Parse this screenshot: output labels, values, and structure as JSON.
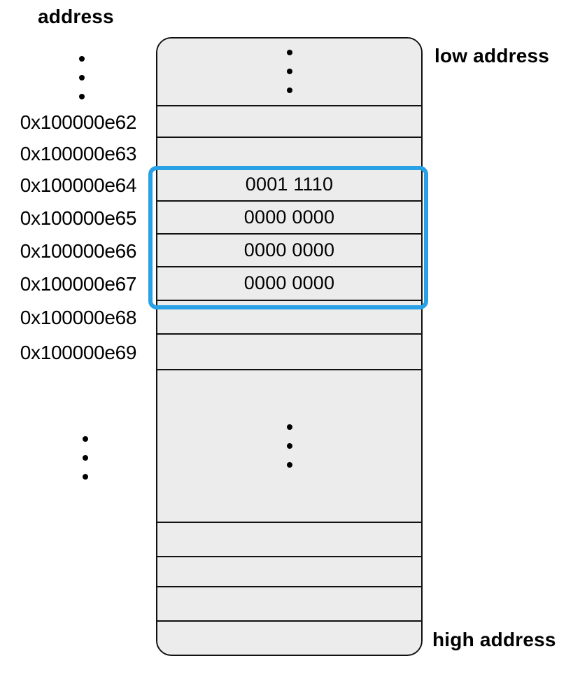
{
  "title": "address",
  "side_labels": {
    "low": "low address",
    "high": "high address"
  },
  "addresses": [
    "0x100000e62",
    "0x100000e63",
    "0x100000e64",
    "0x100000e65",
    "0x100000e66",
    "0x100000e67",
    "0x100000e68",
    "0x100000e69"
  ],
  "memory": {
    "cells": {
      "0x100000e64": "0001 1110",
      "0x100000e65": "0000 0000",
      "0x100000e66": "0000 0000",
      "0x100000e67": "0000 0000"
    },
    "highlighted_addresses": [
      "0x100000e64",
      "0x100000e65",
      "0x100000e66",
      "0x100000e67"
    ]
  },
  "colors": {
    "cell_fill": "#ececec",
    "line": "#111111",
    "highlight_blue": "#29a1e6",
    "text": "#000000",
    "background": "#ffffff"
  }
}
